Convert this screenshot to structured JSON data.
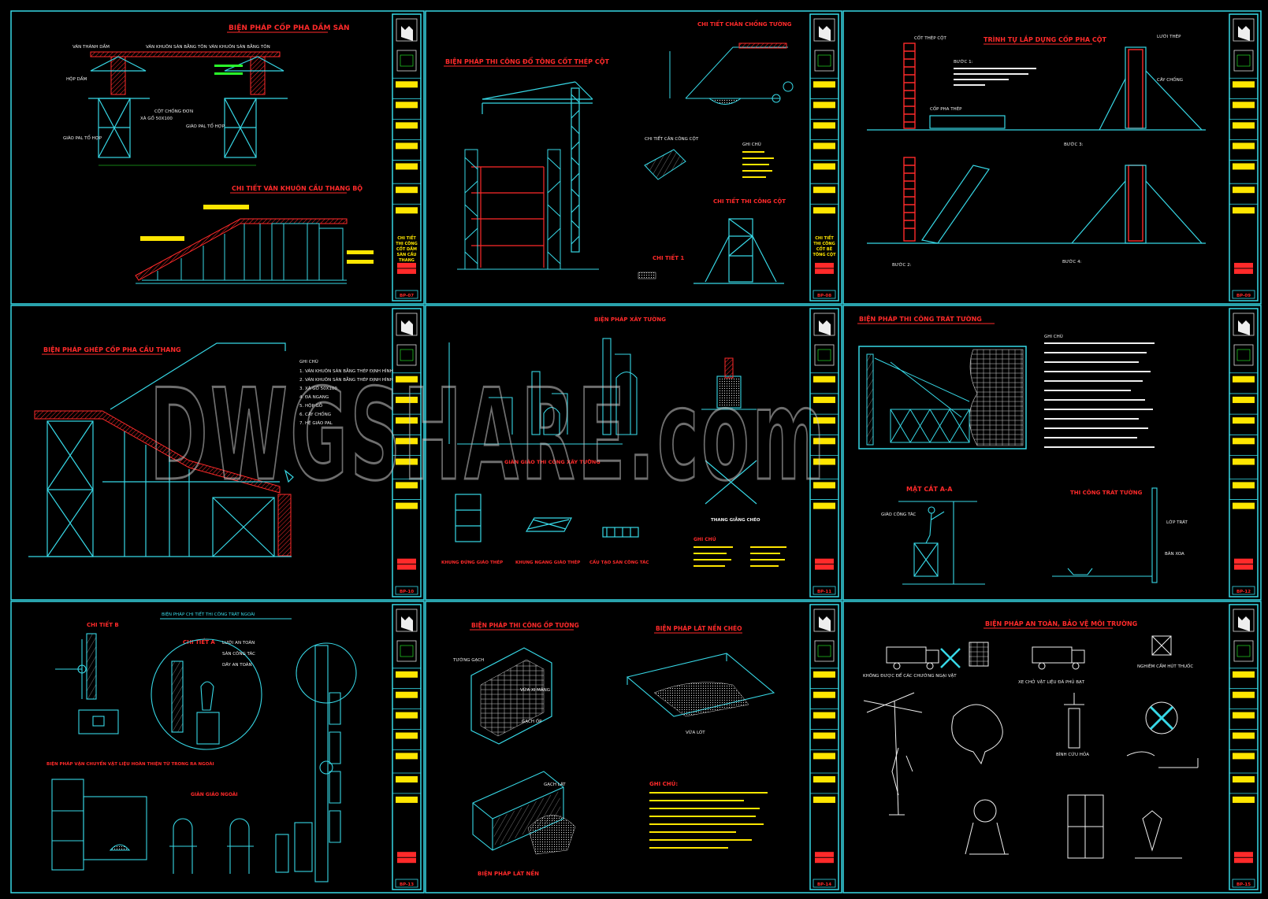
{
  "watermark": {
    "text": "DWGSHARE.com"
  },
  "colors": {
    "cyan": "#37d8e6",
    "red": "#ff2a2a",
    "yellow": "#ffe600",
    "white": "#f0f0f0",
    "magenta": "#ff3cff",
    "green": "#2aff2a"
  },
  "sheets": [
    {
      "id": "s1",
      "titles": [
        "BIỆN PHÁP CỐP PHA DẦM SÀN",
        "CHI TIẾT VÁN KHUÔN CẦU THANG BỘ"
      ],
      "labels": [
        "VÁN THÀNH DẦM",
        "VÁN KHUÔN SÀN BẰNG TÔN",
        "VÁN KHUÔN SÀN BẰNG TÔN",
        "HỘP DẦM",
        "CỘT CHỐNG ĐƠN",
        "GIÁO PAL TỔ HỢP",
        "GIÁO PAL TỔ HỢP",
        "XÀ GỒ 50X100"
      ],
      "stamp": "CHI TIẾT THI CÔNG CỐT DẦM SÀN CẦU THANG",
      "code": "BP-07"
    },
    {
      "id": "s2",
      "titles": [
        "BIỆN PHÁP THI CÔNG ĐỔ TÔNG CỐT THÉP CỘT",
        "CHI TIẾT CHÂN CHỐNG TƯỜNG",
        "CHI TIẾT THI CÔNG CỘT",
        "CHI TIẾT 1"
      ],
      "labels": [
        "CHI TIẾT CÂN CÔNG CỘT",
        "GHI CHÚ"
      ],
      "stamp": "CHI TIẾT THI CÔNG CỐT BÊ TÔNG CỘT",
      "code": "BP-08"
    },
    {
      "id": "s3",
      "titles": [
        "TRÌNH TỰ LẮP DỰNG CỐP PHA CỘT"
      ],
      "labels": [
        "CỐT THÉP CỘT",
        "BƯỚC 1:",
        "BƯỚC 2:",
        "BƯỚC 3:",
        "BƯỚC 4:",
        "CỐP PHA THÉP",
        "CÂY CHỐNG",
        "LƯỚI THÉP"
      ],
      "stamp": "",
      "code": "BP-09"
    },
    {
      "id": "s4",
      "titles": [
        "BIỆN PHÁP GHÉP CỐP PHA CẦU THANG"
      ],
      "labels": [
        "GHI CHÚ",
        "1. VÁN KHUÔN SÀN BẰNG THÉP ĐỊNH HÌNH",
        "2. VÁN KHUÔN SÀN BẰNG THÉP ĐỊNH HÌNH",
        "3. XÀ GỒ 50X100",
        "4. ĐÀ NGANG",
        "5. HỘP GỖ",
        "6. CÂY CHỐNG",
        "7. HỆ GIÁO PAL"
      ],
      "stamp": "",
      "code": "BP-10"
    },
    {
      "id": "s5",
      "titles": [
        "BIỆN PHÁP XÂY TƯỜNG",
        "GIÀN GIÁO THI CÔNG XÂY TƯỜNG",
        "THANG GIẰNG CHÉO"
      ],
      "labels": [
        "KHUNG ĐỨNG GIÁO THÉP",
        "KHUNG NGANG GIÁO THÉP",
        "CẤU TẠO SÀN CÔNG TÁC",
        "GHI CHÚ"
      ],
      "stamp": "",
      "code": "BP-11"
    },
    {
      "id": "s6",
      "titles": [
        "BIỆN PHÁP THI CÔNG TRÁT TƯỜNG",
        "MẶT CẮT A-A",
        "THI CÔNG TRÁT TƯỜNG"
      ],
      "labels": [
        "GHI CHÚ",
        "LỚP TRÁT",
        "GIÁO CÔNG TÁC",
        "BÀN XOA"
      ],
      "stamp": "",
      "code": "BP-12"
    },
    {
      "id": "s7",
      "titles": [
        "BIỆN PHÁP CHI TIẾT THI CÔNG TRÁT NGOÀI",
        "CHI TIẾT B",
        "CHI TIẾT A",
        "GIÀN GIÁO NGOÀI",
        "BIỆN PHÁP VẬN CHUYỂN VẬT LIỆU HOÀN THIỆN TỪ TRONG RA NGOÀI"
      ],
      "labels": [
        "LƯỚI AN TOÀN",
        "SÀN CÔNG TÁC",
        "DÂY AN TOÀN"
      ],
      "stamp": "",
      "code": "BP-13"
    },
    {
      "id": "s8",
      "titles": [
        "BIỆN PHÁP THI CÔNG ỐP TƯỜNG",
        "BIỆN PHÁP LÁT NỀN CHÉO",
        "BIỆN PHÁP LÁT NỀN",
        "GHI CHÚ:"
      ],
      "labels": [
        "TƯỜNG GẠCH",
        "VỮA XI MĂNG",
        "GẠCH ỐP",
        "VỮA LÓT",
        "GẠCH LÁT"
      ],
      "stamp": "",
      "code": "BP-14"
    },
    {
      "id": "s9",
      "titles": [
        "BIỆN PHÁP AN TOÀN, BẢO VỆ MÔI TRƯỜNG"
      ],
      "labels": [
        "XE CHỞ VẬT LIỆU ĐÃ PHỦ BẠT",
        "KHÔNG ĐƯỢC ĐỂ CÁC CHƯỚNG NGẠI VẬT",
        "NGHIÊM CẤM HÚT THUỐC",
        "BÌNH CỨU HỎA"
      ],
      "stamp": "",
      "code": "BP-15"
    }
  ]
}
